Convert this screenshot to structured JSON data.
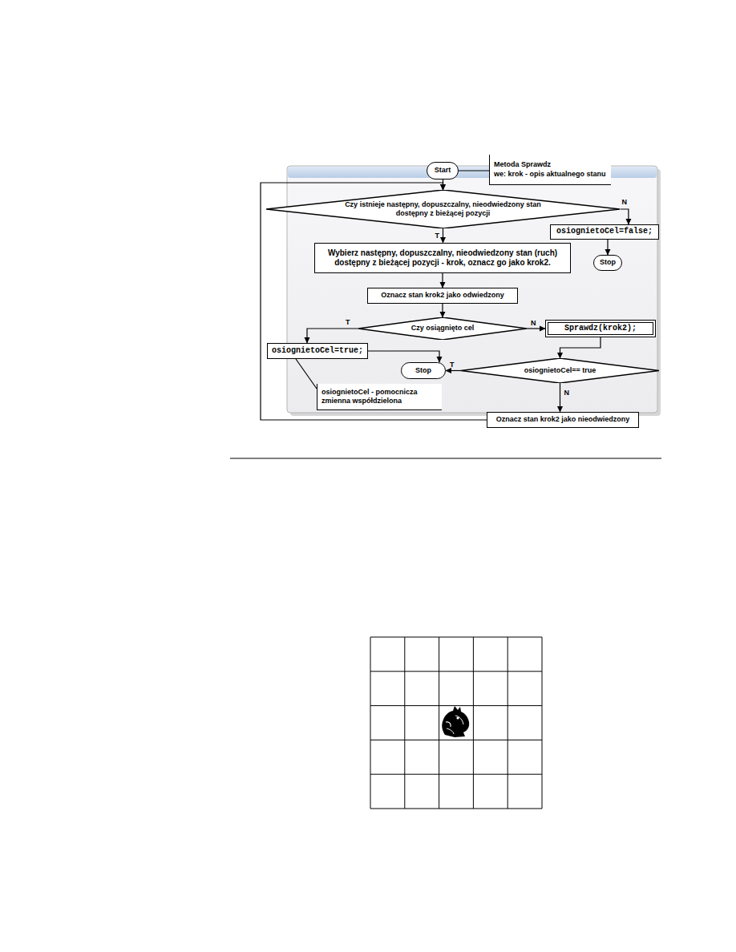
{
  "diagram": {
    "nodes": [
      {
        "text": [
          "Start"
        ]
      },
      {
        "text": [
          "Metoda Sprawdz",
          "we: krok - opis aktualnego stanu"
        ]
      },
      {
        "text": [
          "Czy istnieje następny, dopuszczalny, nieodwiedzony stan dostępny z bieżącej pozycji"
        ]
      },
      {
        "text": [
          "osiognietoCel=false;"
        ]
      },
      {
        "text": [
          "Stop"
        ]
      },
      {
        "text": [
          "Wybierz następny, dopuszczalny, nieodwiedzony stan (ruch) dostępny z bieżącej pozycji - krok, oznacz go jako krok2."
        ]
      },
      {
        "text": [
          "Oznacz stan krok2 jako odwiedzony"
        ]
      },
      {
        "text": [
          "Czy osiągnięto cel"
        ]
      },
      {
        "text": [
          "Sprawdz(krok2);"
        ]
      },
      {
        "text": [
          "osiognietoCel=true;"
        ]
      },
      {
        "text": [
          "Stop"
        ]
      },
      {
        "text": [
          "osiognietoCel== true"
        ]
      },
      {
        "text": [
          "osiognietoCel - pomocnicza zmienna współdzielona"
        ]
      },
      {
        "text": [
          "Oznacz stan krok2 jako nieodwiedzony"
        ]
      }
    ],
    "edges": [
      {
        "from": 0,
        "to": 2,
        "arrow": "to"
      },
      {
        "from": 1,
        "to": 0,
        "arrow": "none"
      },
      {
        "from": 2,
        "to": 3,
        "label": "N",
        "arrow": "to"
      },
      {
        "from": 3,
        "to": 4,
        "arrow": "to"
      },
      {
        "from": 2,
        "to": 5,
        "label": "T",
        "arrow": "to"
      },
      {
        "from": 5,
        "to": 6,
        "arrow": "to"
      },
      {
        "from": 6,
        "to": 7,
        "arrow": "to"
      },
      {
        "from": 7,
        "to": 9,
        "label": "T",
        "arrow": "to"
      },
      {
        "from": 7,
        "to": 8,
        "label": "N",
        "arrow": "to"
      },
      {
        "from": 9,
        "to": 10,
        "arrow": "to"
      },
      {
        "from": 8,
        "to": 11,
        "arrow": "to"
      },
      {
        "from": 11,
        "to": 10,
        "label": "T",
        "arrow": "to"
      },
      {
        "from": 11,
        "to": 13,
        "label": "N",
        "arrow": "to"
      },
      {
        "from": 13,
        "to": 2,
        "arrow": "to"
      },
      {
        "from": 12,
        "to": 9,
        "arrow": "none"
      }
    ]
  }
}
